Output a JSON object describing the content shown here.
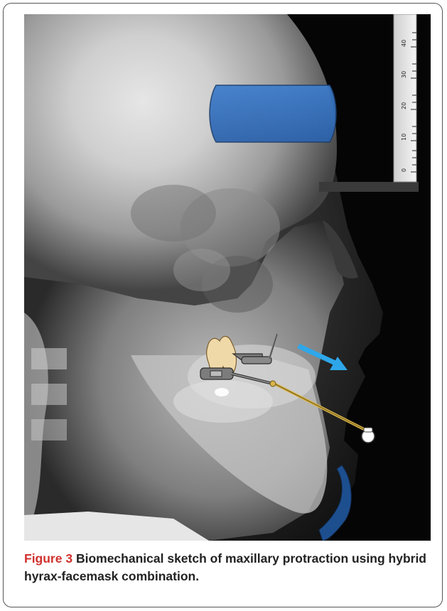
{
  "figure": {
    "label": "Figure 3",
    "caption": "Biomechanical sketch of maxillary protraction using hybrid hyrax-facemask combination."
  },
  "ruler": {
    "tick_labels": [
      "0",
      "10",
      "20",
      "30",
      "40"
    ]
  },
  "colors": {
    "forehead_pad": "#2f6fbf",
    "chin_cup": "#1d4f8f",
    "force_arrow": "#2ea7ea",
    "elastic": "#d8b54a"
  }
}
